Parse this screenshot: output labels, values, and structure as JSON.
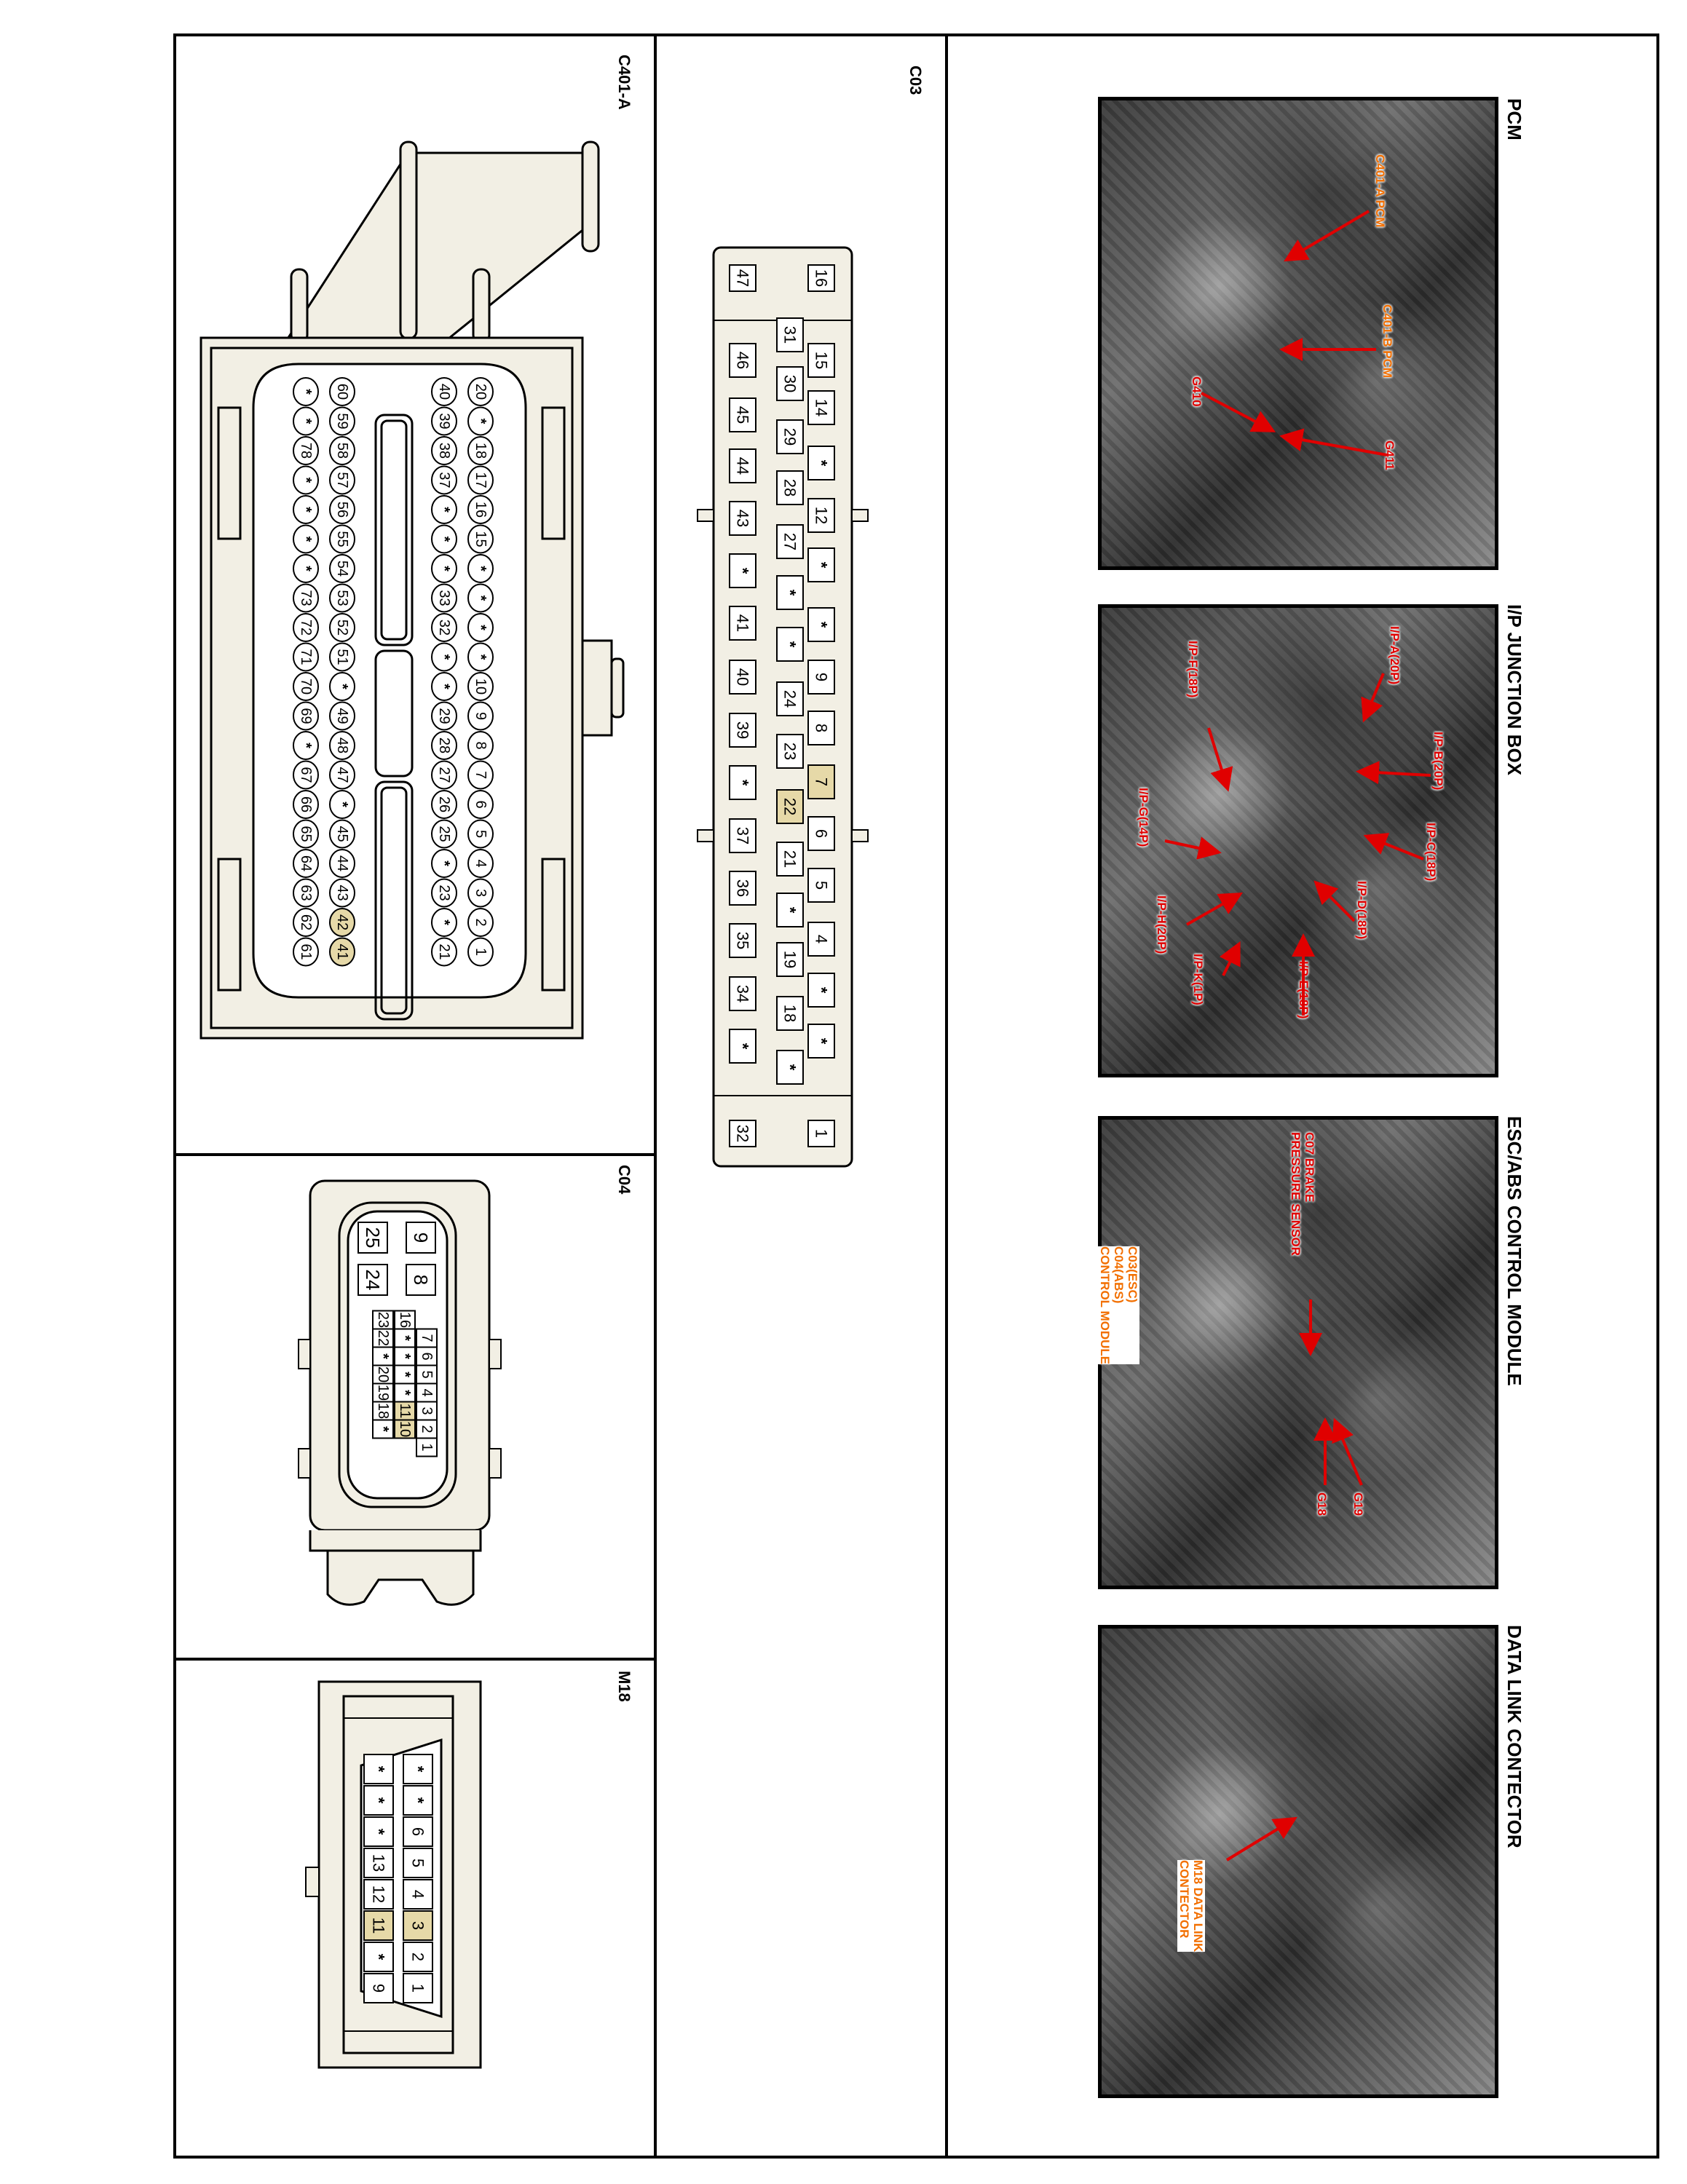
{
  "photo_sections": [
    {
      "title": "PCM",
      "callouts": [
        {
          "text": "C401-A PCM",
          "color": "orange"
        },
        {
          "text": "C401-B PCM",
          "color": "orange"
        },
        {
          "text": "G410",
          "color": "red"
        },
        {
          "text": "G411",
          "color": "red"
        }
      ]
    },
    {
      "title": "I/P JUNCTION BOX",
      "callouts": [
        {
          "text": "I/P-A(20P)",
          "color": "red"
        },
        {
          "text": "I/P-B(20P)",
          "color": "red"
        },
        {
          "text": "I/P-C(18P)",
          "color": "red"
        },
        {
          "text": "I/P-D(18P)",
          "color": "red"
        },
        {
          "text": "I/P-E(18P)",
          "color": "red"
        },
        {
          "text": "I/P-F(18P)",
          "color": "red"
        },
        {
          "text": "I/P-G(14P)",
          "color": "red"
        },
        {
          "text": "I/P-H(20P)",
          "color": "red"
        },
        {
          "text": "I/P-K(1P)",
          "color": "red"
        }
      ]
    },
    {
      "title": "ESC/ABS CONTROL MODULE",
      "callouts": [
        {
          "text": "C07 BRAKE\nPRESSURE SENSOR",
          "color": "red"
        },
        {
          "text": "C03(ESC)\nC04(ABS)\nCONTROL MODULE",
          "color": "orange"
        },
        {
          "text": "G18",
          "color": "red"
        },
        {
          "text": "G19",
          "color": "red"
        }
      ]
    },
    {
      "title": "DATA LINK CONTECTOR",
      "callouts": [
        {
          "text": "M18 DATA LINK\nCONTECTOR",
          "color": "orange"
        }
      ]
    }
  ],
  "connectors": {
    "c03": {
      "label": "C03",
      "row_a": [
        "16",
        "15",
        "14",
        "*",
        "12",
        "*",
        "*",
        "9",
        "8",
        "7",
        "6",
        "5",
        "4",
        "*",
        "*",
        "*",
        "1"
      ],
      "row_a_present": [
        1,
        1,
        1,
        1,
        1,
        1,
        1,
        1,
        1,
        1,
        1,
        1,
        1,
        1,
        1,
        0,
        1
      ],
      "row_b": [
        "31",
        "30",
        "29",
        "28",
        "27",
        "*",
        "*",
        "24",
        "23",
        "22",
        "21",
        "*",
        "19",
        "18",
        "*"
      ],
      "row_c": [
        "47",
        "46",
        "45",
        "44",
        "43",
        "*",
        "41",
        "40",
        "39",
        "*",
        "37",
        "36",
        "35",
        "34",
        "*",
        "32"
      ],
      "highlight": [
        "7",
        "22"
      ]
    },
    "c401a": {
      "label": "C401-A",
      "rows": [
        [
          "20",
          "*",
          "18",
          "17",
          "16",
          "15",
          "*",
          "*",
          "*",
          "*",
          "10",
          "9",
          "8",
          "7",
          "6",
          "5",
          "4",
          "3",
          "2",
          "1"
        ],
        [
          "40",
          "39",
          "38",
          "37",
          "*",
          "*",
          "*",
          "33",
          "32",
          "*",
          "*",
          "29",
          "28",
          "27",
          "26",
          "25",
          "*",
          "23",
          "*",
          "21"
        ],
        [
          "60",
          "59",
          "58",
          "57",
          "56",
          "55",
          "54",
          "53",
          "52",
          "51",
          "*",
          "49",
          "48",
          "47",
          "*",
          "45",
          "44",
          "43",
          "42",
          "41"
        ],
        [
          "*",
          "*",
          "78",
          "*",
          "*",
          "*",
          "*",
          "73",
          "72",
          "71",
          "70",
          "69",
          "*",
          "67",
          "66",
          "65",
          "64",
          "63",
          "62",
          "61"
        ]
      ],
      "highlight": [
        "42",
        "41"
      ]
    },
    "c04": {
      "label": "C04",
      "big_rows": [
        [
          "9",
          "8"
        ],
        [
          "25",
          "24"
        ]
      ],
      "small_rows": [
        [
          "",
          "7",
          "6",
          "5",
          "4",
          "3",
          "2",
          "1"
        ],
        [
          "16",
          "*",
          "*",
          "*",
          "*",
          "11",
          "10",
          ""
        ],
        [
          "23",
          "22",
          "*",
          "20",
          "19",
          "18",
          "*",
          ""
        ]
      ],
      "highlight": [
        "11",
        "10"
      ]
    },
    "m18": {
      "label": "M18",
      "rows": [
        [
          "*",
          "*",
          "6",
          "5",
          "4",
          "3",
          "2",
          "1"
        ],
        [
          "*",
          "*",
          "*",
          "13",
          "12",
          "11",
          "*",
          "9"
        ]
      ],
      "highlight": [
        "3",
        "11"
      ]
    }
  }
}
